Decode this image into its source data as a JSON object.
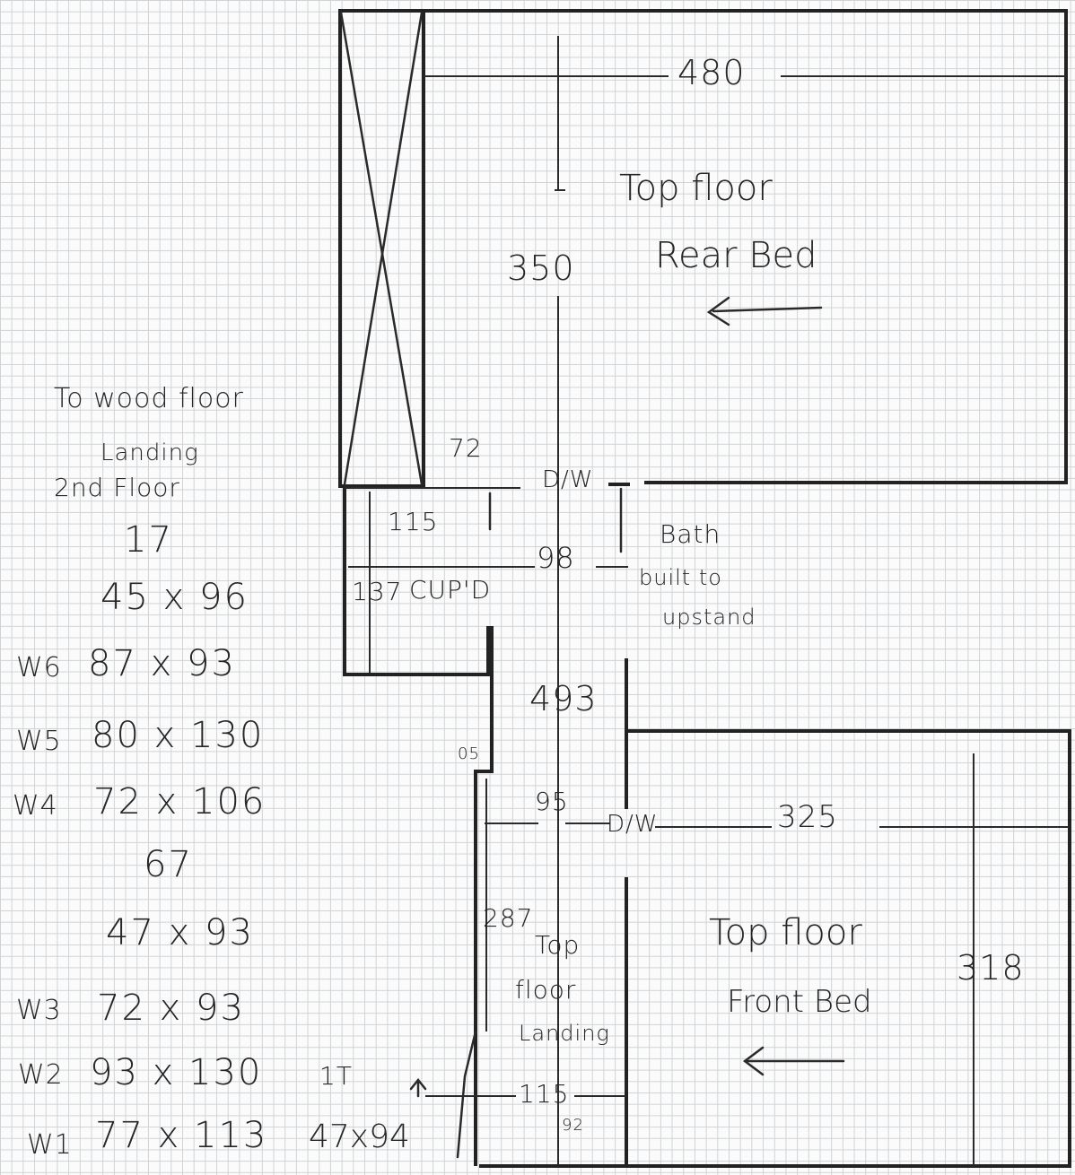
{
  "rooms": {
    "rear_bed": {
      "name_line1": "Top floor",
      "name_line2": "Rear Bed",
      "width_dim": "480",
      "depth_dim": "350",
      "arrow": "arrow-left-icon"
    },
    "front_bed": {
      "name_line1": "Top floor",
      "name_line2": "Front Bed",
      "width_dim": "325",
      "depth_dim": "318",
      "arrow": "arrow-left-icon"
    },
    "landing": {
      "name_line1": "Top",
      "name_line2": "floor",
      "name_line3": "Landing",
      "length_dim": "287",
      "bottom_dim": "115",
      "bottom_dim2": "92"
    },
    "bath": {
      "line1": "Bath",
      "line2": "built to",
      "line3": "upstand"
    },
    "cupboard": {
      "label": "CUP'D",
      "dim_115": "115",
      "dim_137": "137",
      "dim_72": "72"
    }
  },
  "dimensions": {
    "corridor_98": "98",
    "corridor_493": "493",
    "corridor_95": "95",
    "step_05": "05",
    "door_upper": "D/W",
    "door_lower": "D/W"
  },
  "notes": {
    "line1": "To wood floor",
    "line2": "Landing",
    "line3": "2nd Floor"
  },
  "window_list": [
    {
      "id": "",
      "size": "17"
    },
    {
      "id": "",
      "size": "45 x 96"
    },
    {
      "id": "W6",
      "size": "87 x 93"
    },
    {
      "id": "W5",
      "size": "80 x 130"
    },
    {
      "id": "W4",
      "size": "72 x 106"
    },
    {
      "id": "",
      "size": "67"
    },
    {
      "id": "",
      "size": "47 x 93"
    },
    {
      "id": "W3",
      "size": "72 x 93"
    },
    {
      "id": "W2",
      "size": "93 x 130"
    },
    {
      "id": "W1",
      "size": "77 x 113"
    }
  ],
  "bottom_note": {
    "line1": "1T",
    "line2": "47x94"
  },
  "colors": {
    "ink": "#262626",
    "grid": "#cfd3d6",
    "paper": "#fbfbfb"
  }
}
